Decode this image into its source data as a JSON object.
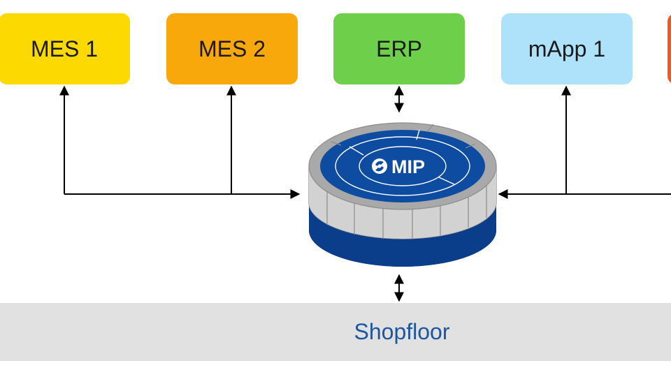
{
  "systems": {
    "mes1": "MES 1",
    "mes2": "MES 2",
    "erp": "ERP",
    "mapp1": "mApp 1",
    "cut_off_color": "#f05a22"
  },
  "hub": {
    "label": "MIP",
    "logo_icon": "mip-swirl-logo-icon",
    "colors": {
      "blue": "#0d4ca1",
      "dark_blue": "#0a3d8a",
      "gray": "#a9a9a9",
      "side": "#d0d0d0"
    }
  },
  "shopfloor": {
    "label": "Shopfloor"
  },
  "colors": {
    "mes1": "#fcd900",
    "mes2": "#f9a80b",
    "erp": "#6ed04a",
    "mapp1": "#aee2fb",
    "shopfloor_bg": "#e1e1e1",
    "shopfloor_text": "#1d56a0"
  }
}
